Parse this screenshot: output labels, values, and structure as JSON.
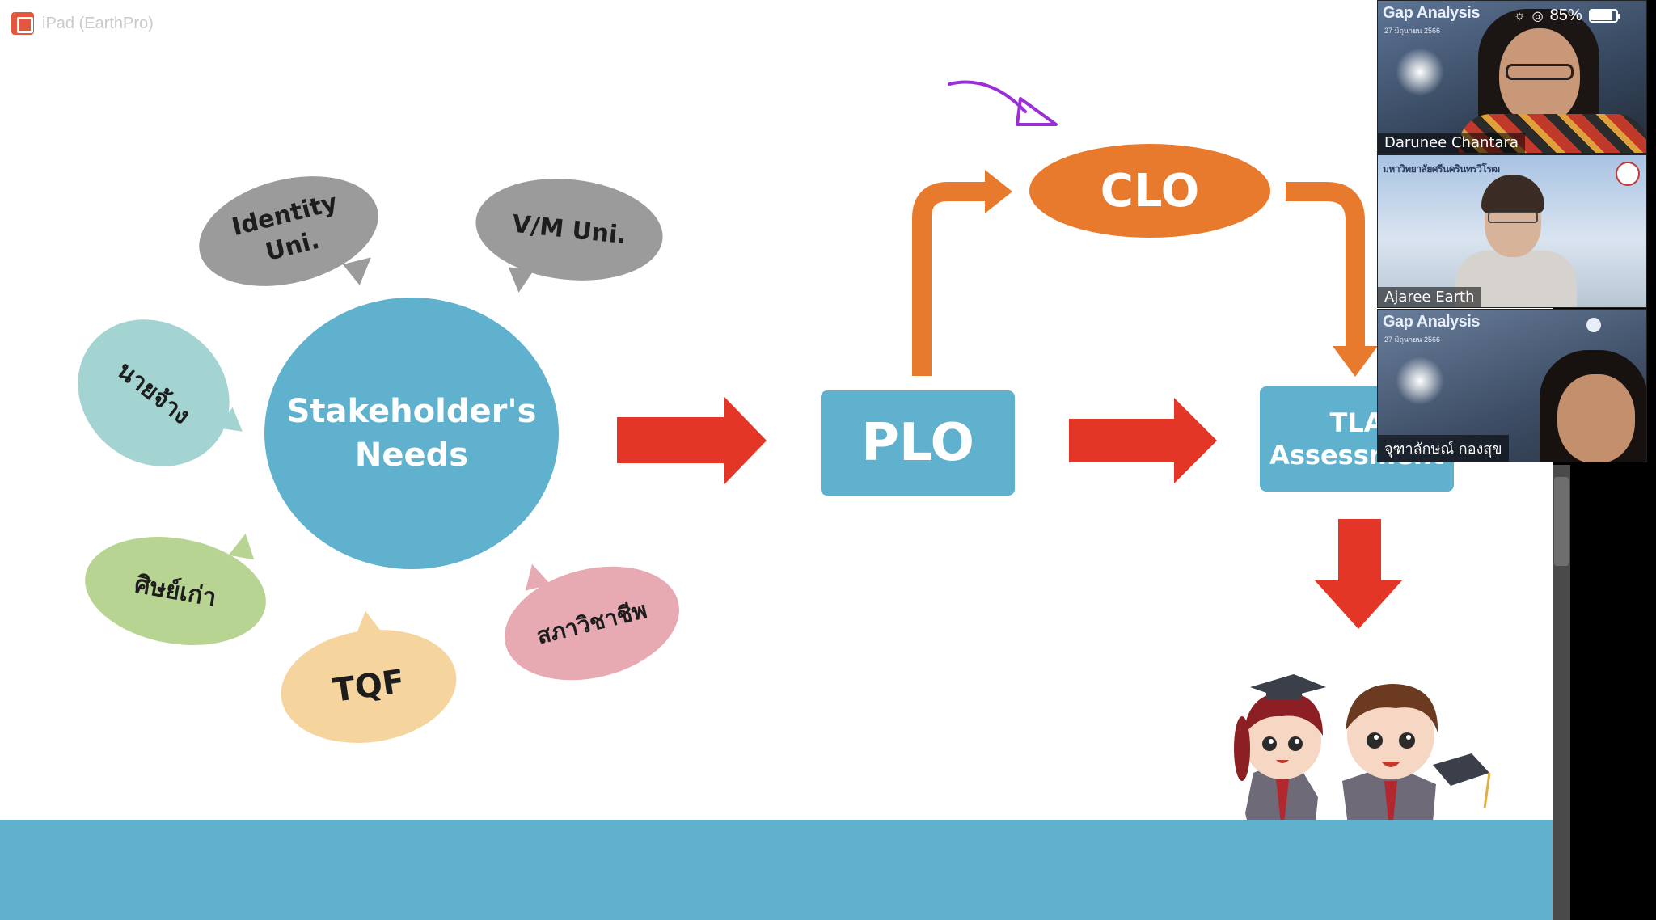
{
  "app": {
    "title": "iPad (EarthPro)"
  },
  "status_bar": {
    "battery_text": "85%",
    "battery_level": 0.85
  },
  "diagram": {
    "center": {
      "line1": "Stakeholder's",
      "line2": "Needs"
    },
    "bubbles": {
      "identity": {
        "line1": "Identity",
        "line2": "Uni."
      },
      "vm": "V/M Uni.",
      "employer": "นายจ้าง",
      "alumni": "ศิษย์เก่า",
      "tqf": "TQF",
      "council": "สภาวิชาชีพ"
    },
    "plo": "PLO",
    "clo": "CLO",
    "tla": {
      "line1": "TLA",
      "line2": "Assessment"
    }
  },
  "participants": [
    {
      "name": "Darunee Chantara",
      "slide_heading": "Gap Analysis",
      "slide_sub": "27 มิถุนายน 2566"
    },
    {
      "name": "Ajaree  Earth",
      "slide_heading": "มหาวิทยาลัยศรีนครินทรวิโรฒ",
      "slide_sub": ""
    },
    {
      "name": "จุฑาลักษณ์ กองสุข",
      "slide_heading": "Gap Analysis",
      "slide_sub": "27 มิถุนายน 2566"
    }
  ],
  "colors": {
    "accent_blue": "#5fb1cd",
    "clo_orange": "#e87a2e",
    "arrow_red": "#e33626",
    "annotation_purple": "#9a2fd6"
  },
  "icons": [
    "app-logo-icon",
    "brightness-icon",
    "eye-icon",
    "battery-icon",
    "graduates-illustration"
  ]
}
